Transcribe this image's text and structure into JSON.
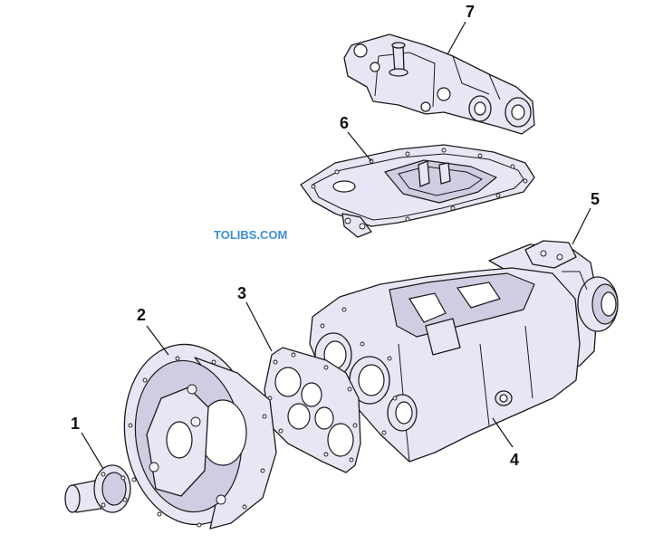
{
  "watermark": "TOLIBS.COM",
  "callouts": {
    "c1": "1",
    "c2": "2",
    "c3": "3",
    "c4": "4",
    "c5": "5",
    "c6": "6",
    "c7": "7"
  },
  "colors": {
    "part_fill": "#e8e6f4",
    "outline": "#1a1a1a",
    "watermark": "#3d8fd6"
  }
}
